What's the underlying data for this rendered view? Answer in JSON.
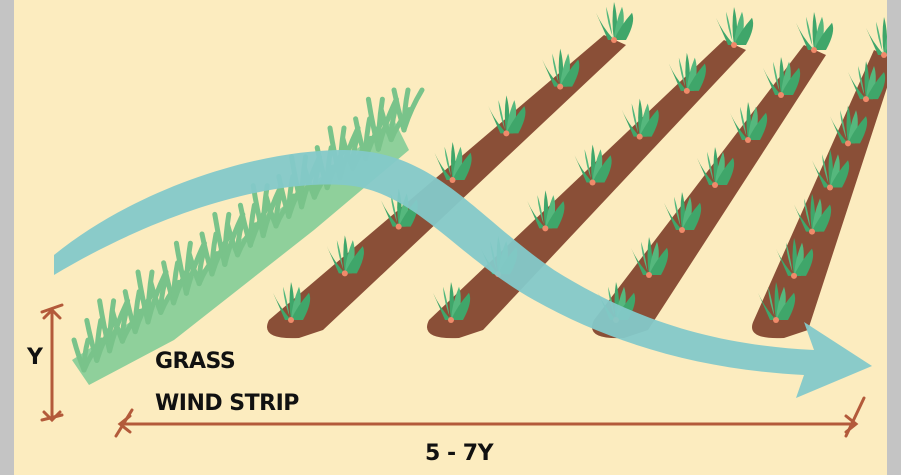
{
  "diagram": {
    "labels": {
      "height": "Y",
      "strip_line1": "GRASS",
      "strip_line2": "WIND STRIP",
      "spacing": "5 - 7Y"
    },
    "crop_rows": 4,
    "colors": {
      "background": "#fcecbf",
      "border": "#c4c4c4",
      "soil": "#8a4f37",
      "crop_leaf": "#3fa66a",
      "grass": "#79c38a",
      "wind_arrow": "#84c9c9",
      "dimension_line": "#b35a3a"
    },
    "icons": [
      "wind-arrow-icon",
      "grass-strip-icon",
      "crop-row-icon",
      "dimension-arrow-icon"
    ]
  }
}
